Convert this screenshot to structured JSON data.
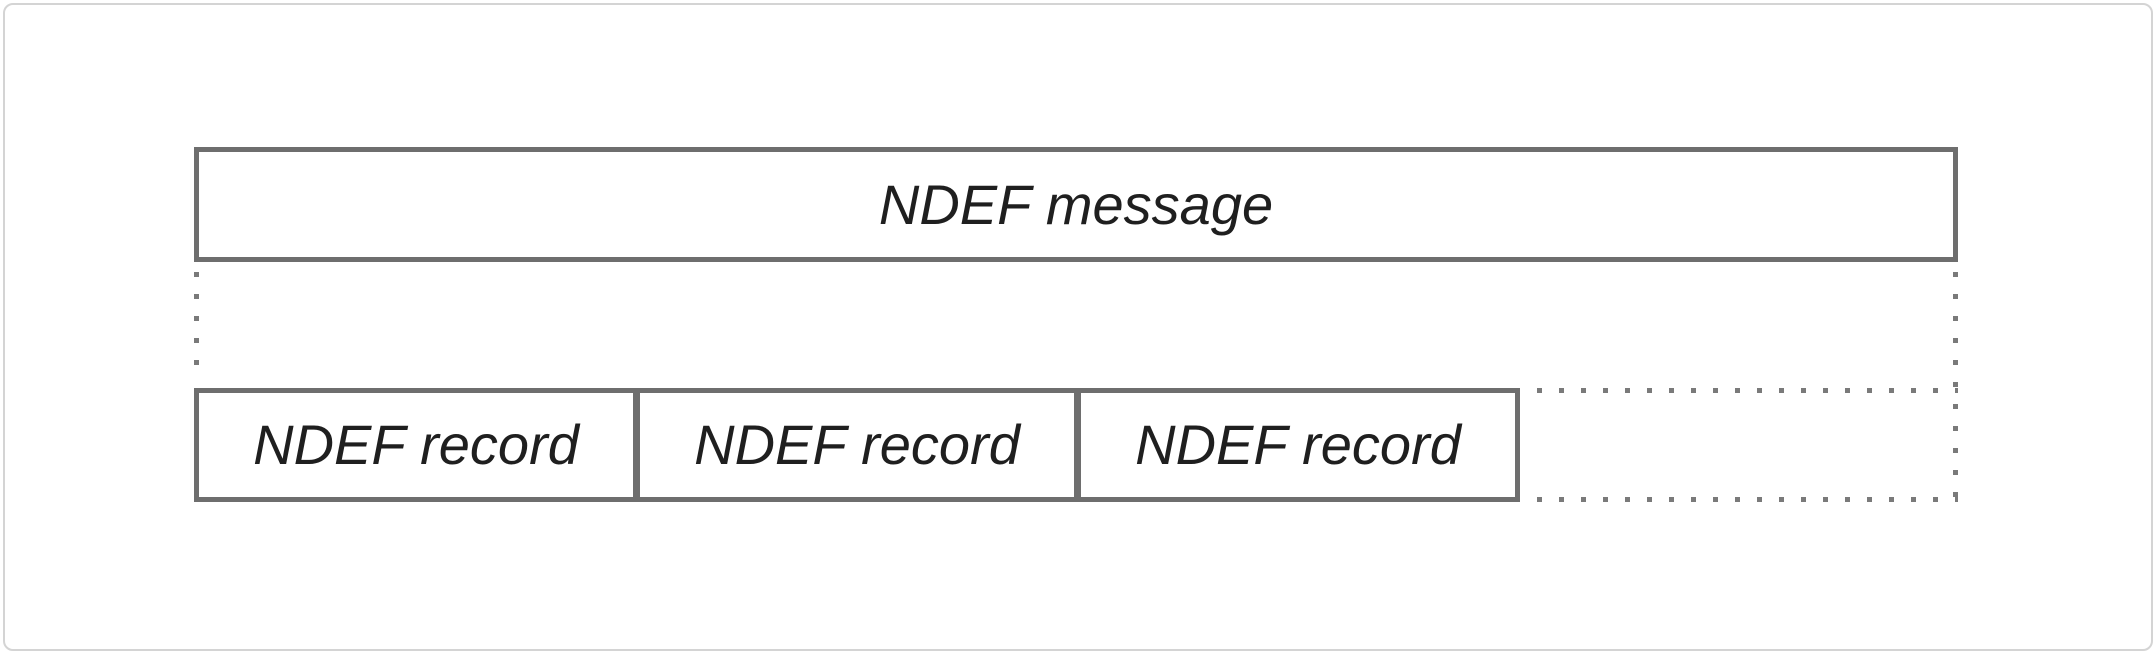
{
  "theme": {
    "bg": "#ffffff",
    "frame": "#d4d4d4",
    "box-border": "#6e6e6e",
    "dot": "#7a7a7a",
    "text": "#1f1f1f"
  },
  "diagram": {
    "message_box": {
      "label": "NDEF message"
    },
    "record_boxes": [
      {
        "label": "NDEF record"
      },
      {
        "label": "NDEF record"
      },
      {
        "label": "NDEF record"
      }
    ]
  }
}
